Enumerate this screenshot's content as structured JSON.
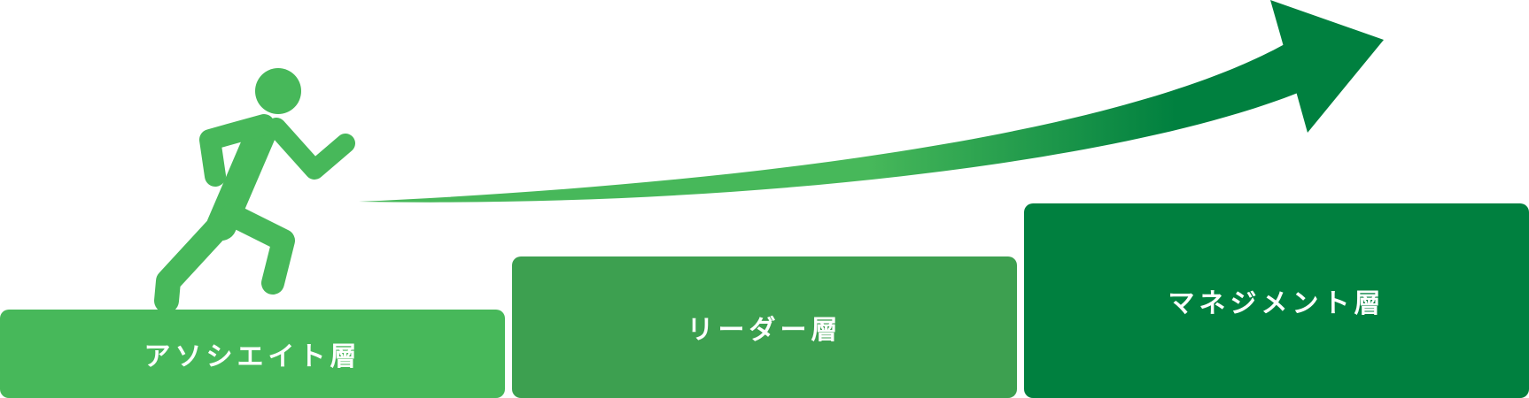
{
  "colors": {
    "associate": "#47b85a",
    "leader": "#3da050",
    "management": "#00803f",
    "runner": "#47b85a",
    "arrow_start": "#47b85a",
    "arrow_end": "#00803f"
  },
  "icons": {
    "runner": "running-person-icon",
    "arrow": "upward-curved-arrow-icon"
  },
  "steps": [
    {
      "label": "アソシエイト層"
    },
    {
      "label": "リーダー層"
    },
    {
      "label": "マネジメント層"
    }
  ]
}
